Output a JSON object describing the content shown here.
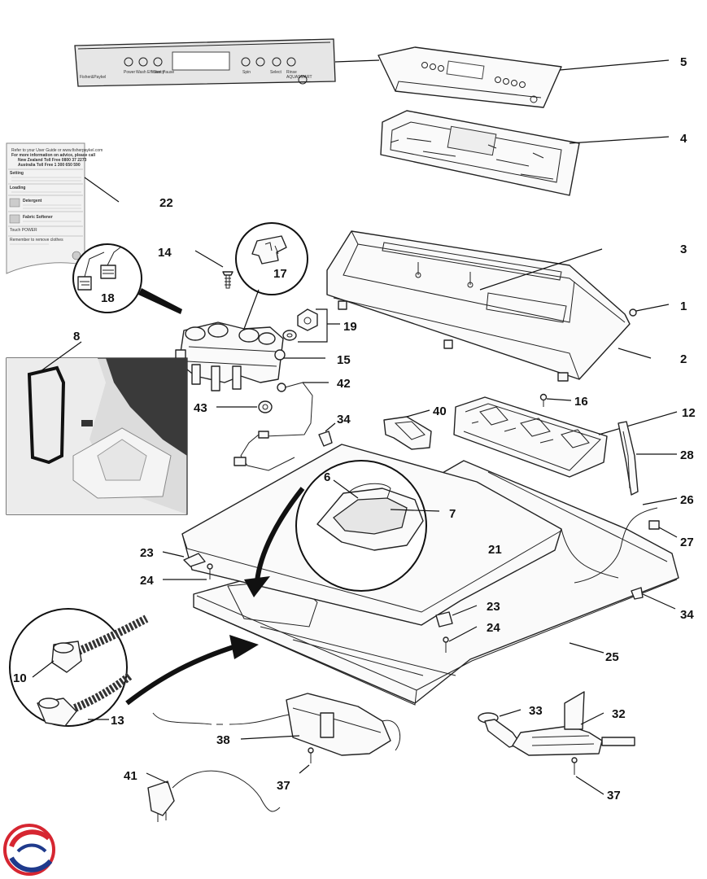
{
  "diagram": {
    "type": "exploded parts diagram",
    "colors": {
      "line": "#222222",
      "background": "#ffffff",
      "logo_red": "#d62631",
      "logo_blue": "#1f3a8c"
    },
    "labels": [
      {
        "id": "p5",
        "text": "5"
      },
      {
        "id": "p4",
        "text": "4"
      },
      {
        "id": "p22",
        "text": "22"
      },
      {
        "id": "p3",
        "text": "3"
      },
      {
        "id": "p14",
        "text": "14"
      },
      {
        "id": "p17",
        "text": "17"
      },
      {
        "id": "p18",
        "text": "18"
      },
      {
        "id": "p1",
        "text": "1"
      },
      {
        "id": "p19",
        "text": "19"
      },
      {
        "id": "p2",
        "text": "2"
      },
      {
        "id": "p8",
        "text": "8"
      },
      {
        "id": "p15",
        "text": "15"
      },
      {
        "id": "p42",
        "text": "42"
      },
      {
        "id": "p16",
        "text": "16"
      },
      {
        "id": "p43",
        "text": "43"
      },
      {
        "id": "p40",
        "text": "40"
      },
      {
        "id": "p12",
        "text": "12"
      },
      {
        "id": "p34a",
        "text": "34"
      },
      {
        "id": "p28",
        "text": "28"
      },
      {
        "id": "p6",
        "text": "6"
      },
      {
        "id": "p7",
        "text": "7"
      },
      {
        "id": "p26",
        "text": "26"
      },
      {
        "id": "p27",
        "text": "27"
      },
      {
        "id": "p23a",
        "text": "23"
      },
      {
        "id": "p21",
        "text": "21"
      },
      {
        "id": "p24a",
        "text": "24"
      },
      {
        "id": "p34b",
        "text": "34"
      },
      {
        "id": "p23b",
        "text": "23"
      },
      {
        "id": "p24b",
        "text": "24"
      },
      {
        "id": "p25",
        "text": "25"
      },
      {
        "id": "p10",
        "text": "10"
      },
      {
        "id": "p13",
        "text": "13"
      },
      {
        "id": "p33",
        "text": "33"
      },
      {
        "id": "p32",
        "text": "32"
      },
      {
        "id": "p38",
        "text": "38"
      },
      {
        "id": "p41",
        "text": "41"
      },
      {
        "id": "p37a",
        "text": "37"
      },
      {
        "id": "p37b",
        "text": "37"
      }
    ],
    "fascia_text": {
      "brand": "Fisher&Paykel",
      "model": "AQUASMART",
      "buttons": [
        "Power",
        "Wash Efficiency",
        "Start Pause",
        "Spin",
        "Select",
        "Rinse"
      ],
      "nav": [
        "Select",
        "Rinse"
      ]
    },
    "user_guide_card": {
      "lines": [
        "Refer to your User Guide or www.fisherpaykel.com",
        "For more information on advice, please call",
        "New Zealand Toll Free 0800 37 2273",
        "Australia Toll Free 1 300 650 590",
        "Setting",
        "Loading",
        "Detergent",
        "Fabric Softener",
        "Touch POWER",
        "Remember to remove clothes"
      ]
    }
  }
}
